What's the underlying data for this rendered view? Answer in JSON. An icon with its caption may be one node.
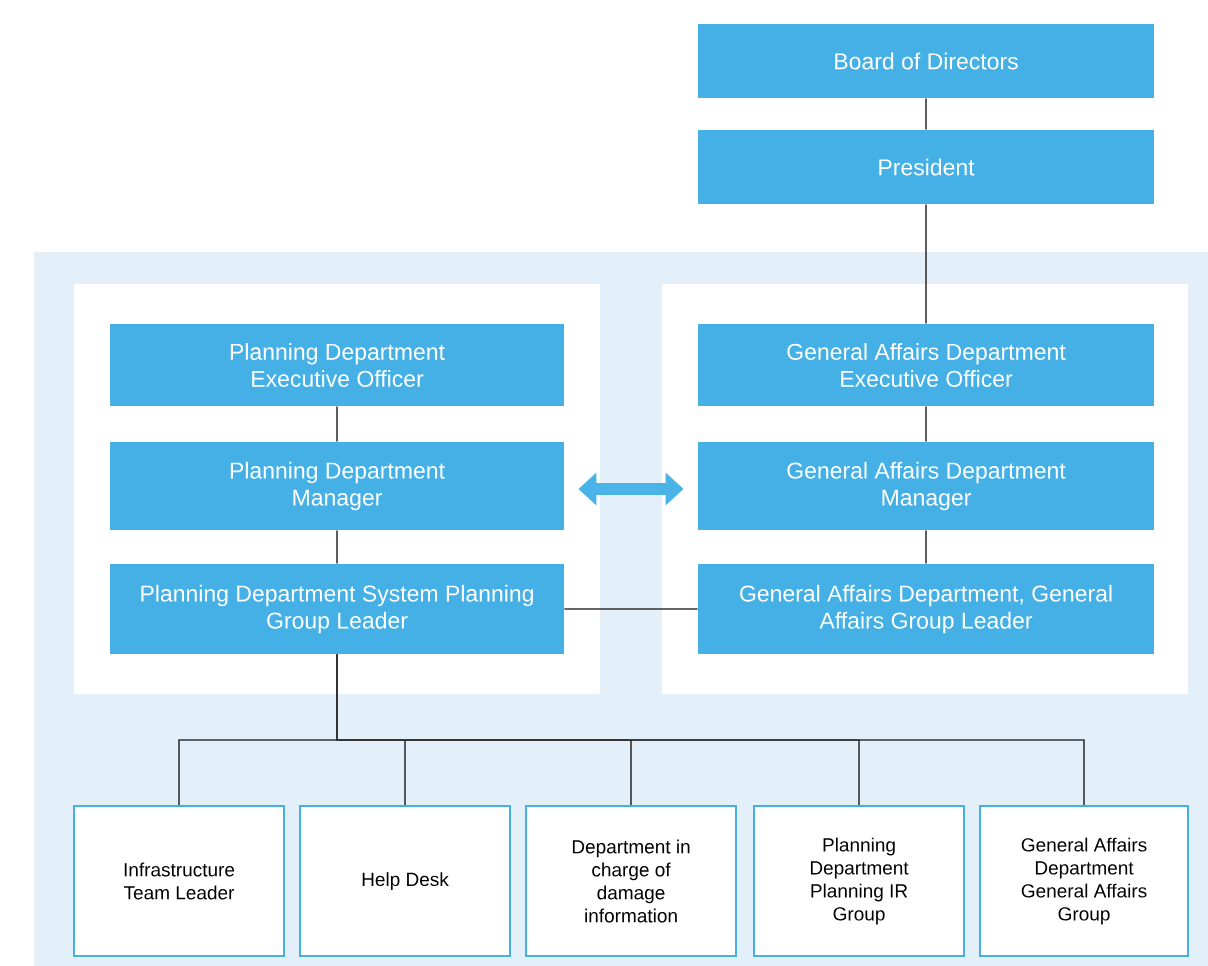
{
  "diagram": {
    "nodes": [
      {
        "text": [
          "Board of Directors"
        ]
      },
      {
        "text": [
          "President"
        ]
      },
      {
        "text": [],
        "shape": "box"
      },
      {
        "text": [],
        "shape": "box"
      },
      {
        "text": [
          "Planning Department Executive Officer"
        ],
        "in": 2
      },
      {
        "text": [
          "Planning Department Manager"
        ],
        "in": 2
      },
      {
        "text": [
          "Planning Department System Planning Group Leader"
        ],
        "in": 2
      },
      {
        "text": [
          "General Affairs Department Executive Officer"
        ],
        "in": 3
      },
      {
        "text": [
          "General Affairs Department Manager"
        ],
        "in": 3
      },
      {
        "text": [
          "General Affairs Department, General Affairs Group Leader"
        ],
        "in": 3
      },
      {
        "text": [
          "Infrastructure Team Leader"
        ]
      },
      {
        "text": [
          "Help Desk"
        ]
      },
      {
        "text": [
          "Department in charge of damage information"
        ]
      },
      {
        "text": [
          "Planning Department Planning IR Group"
        ]
      },
      {
        "text": [
          "General Affairs Department General Affairs Group"
        ]
      }
    ],
    "edges": [
      {
        "from": 0,
        "to": 1,
        "arrow": "none"
      },
      {
        "from": 1,
        "to": 7,
        "arrow": "none"
      },
      {
        "from": 4,
        "to": 5,
        "arrow": "none"
      },
      {
        "from": 5,
        "to": 6,
        "arrow": "none"
      },
      {
        "from": 7,
        "to": 8,
        "arrow": "none"
      },
      {
        "from": 8,
        "to": 9,
        "arrow": "none"
      },
      {
        "from": 6,
        "to": 9,
        "arrow": "none"
      },
      {
        "from": 2,
        "to": 3,
        "arrow": "both",
        "style": "thick",
        "color": "#4ab3e8"
      },
      {
        "from": 6,
        "to": 10,
        "arrow": "none"
      },
      {
        "from": 6,
        "to": 11,
        "arrow": "none"
      },
      {
        "from": 6,
        "to": 12,
        "arrow": "none"
      },
      {
        "from": 6,
        "to": 13,
        "arrow": "none"
      },
      {
        "from": 6,
        "to": 14,
        "arrow": "none"
      }
    ]
  }
}
